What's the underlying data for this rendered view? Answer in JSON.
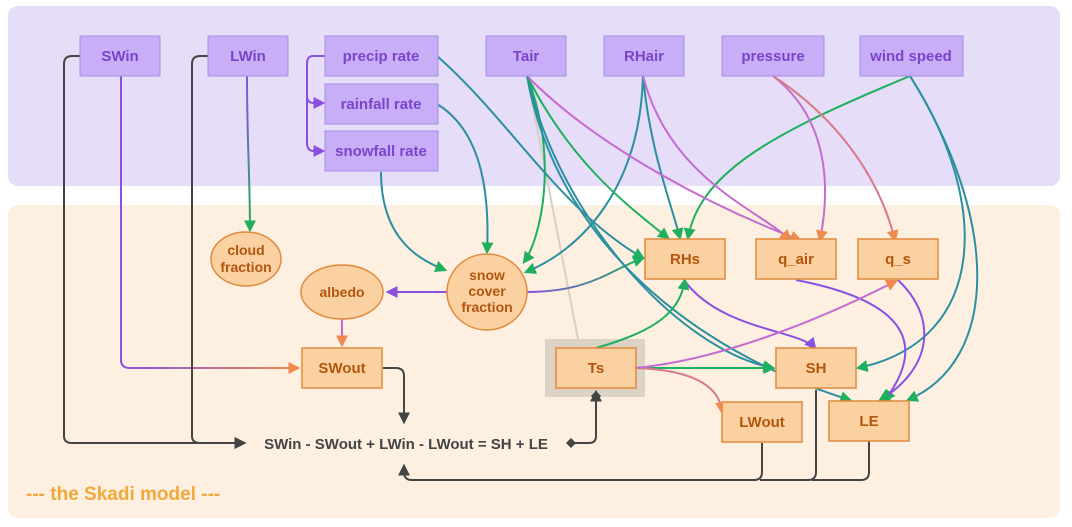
{
  "title": "--- the Skadi model ---",
  "equation": "SWin - SWout + LWin - LWout = SH + LE",
  "colors": {
    "input_panel": "#e6ddf8",
    "model_panel": "#fdf0e0",
    "input_box": "#c8aef7",
    "input_border": "#a98be8",
    "input_text": "#7a44cc",
    "model_box": "#fbd1a2",
    "model_border": "#e0893c",
    "model_text": "#b3560d",
    "title_color": "#f2a93b",
    "arrow_purple": "#8a50e0",
    "arrow_green": "#1fb05e",
    "arrow_teal": "#2a8fa0",
    "arrow_orange": "#f08a50",
    "arrow_dark": "#444444",
    "ts_highlight": "#d8cfc4"
  },
  "inputs": {
    "swin": "SWin",
    "lwin": "LWin",
    "precip": "precip rate",
    "rainfall": "rainfall rate",
    "snowfall": "snowfall rate",
    "tair": "Tair",
    "rhair": "RHair",
    "pressure": "pressure",
    "wind": "wind speed"
  },
  "nodes": {
    "cloud": [
      "cloud",
      "fraction"
    ],
    "albedo": "albedo",
    "snow": [
      "snow",
      "cover",
      "fraction"
    ],
    "rhs": "RHs",
    "qair": "q_air",
    "qs": "q_s",
    "swout": "SWout",
    "ts": "Ts",
    "sh": "SH",
    "lwout": "LWout",
    "le": "LE"
  }
}
